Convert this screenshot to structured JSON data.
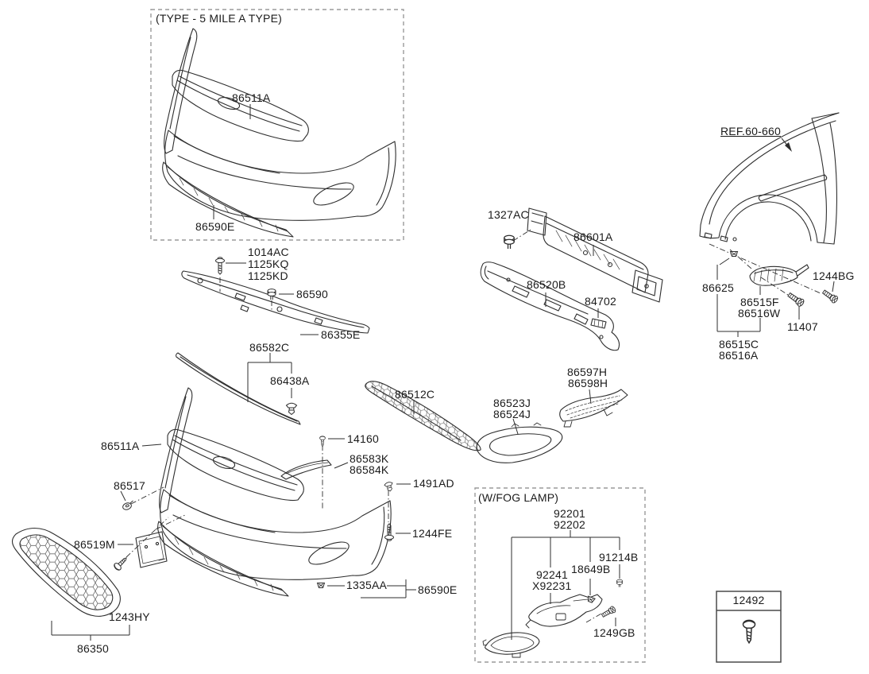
{
  "colors": {
    "background": "#ffffff",
    "line_art": "#2e2e2e",
    "text": "#1b1b1b",
    "dashed_box_border": "#9a9a9a",
    "solid_box_border": "#4a4a4a"
  },
  "type_box": {
    "title": "(TYPE - 5 MILE A TYPE)",
    "p86511a": "86511A",
    "p86590e": "86590E"
  },
  "upper_mounting": {
    "p1014ac": "1014AC",
    "p1125kq": "1125KQ",
    "p1125kd": "1125KD",
    "p86590": "86590",
    "p86355e": "86355E",
    "p86582c": "86582C",
    "p86438a": "86438A"
  },
  "reinforcement": {
    "p1327ac": "1327AC",
    "p86601a": "86601A",
    "p86520b": "86520B",
    "p84702": "84702"
  },
  "fender": {
    "ref": "REF.60-660",
    "p86625": "86625",
    "p86515f": "86515F",
    "p86516w": "86516W",
    "p1244bg": "1244BG",
    "p11407": "11407",
    "p86515c": "86515C",
    "p86516a": "86516A"
  },
  "bumper_main": {
    "p86511a": "86511A",
    "p86517": "86517",
    "p86519m": "86519M",
    "p1243hy": "1243HY",
    "p86350": "86350",
    "p14160": "14160",
    "p86583k": "86583K",
    "p86584k": "86584K",
    "p1491ad": "1491AD",
    "p1244fe": "1244FE",
    "p1335aa": "1335AA",
    "p86590e": "86590E",
    "p86512c": "86512C",
    "p86523j": "86523J",
    "p86524j": "86524J",
    "p86597h": "86597H",
    "p86598h": "86598H"
  },
  "fog_lamp_box": {
    "title": "(W/FOG LAMP)",
    "p92201": "92201",
    "p92202": "92202",
    "p92241": "92241",
    "px92231": "X92231",
    "p18649b": "18649B",
    "p91214b": "91214B",
    "p1249gb": "1249GB"
  },
  "hardware_box": {
    "p12492": "12492"
  },
  "icons": {
    "bolt": "bolt-icon",
    "nut": "nut-icon",
    "screw": "screw-icon",
    "clip": "clip-icon",
    "plug": "plug-icon",
    "arrow": "arrow-icon"
  }
}
